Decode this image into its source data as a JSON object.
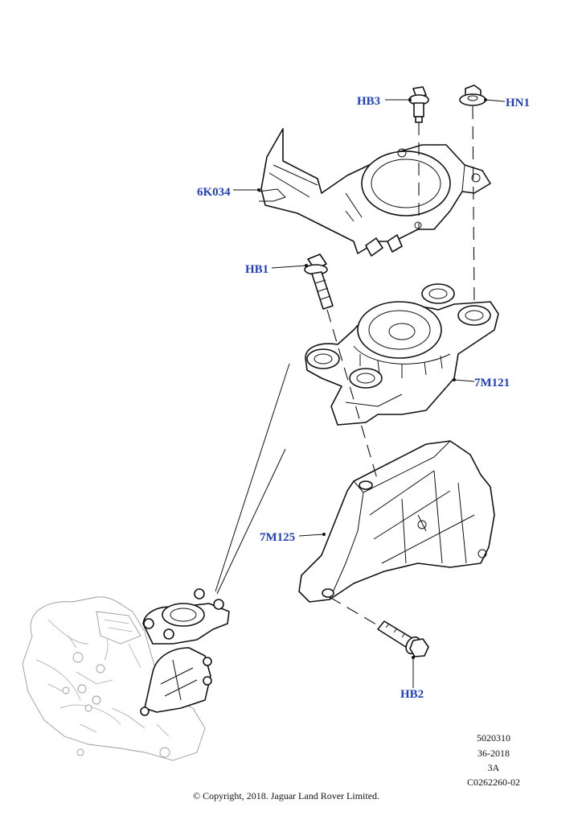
{
  "callouts": {
    "hb3": "HB3",
    "hn1": "HN1",
    "part_6k034": "6K034",
    "hb1": "HB1",
    "part_7m121": "7M121",
    "part_7m125": "7M125",
    "hb2": "HB2"
  },
  "reference": {
    "line1": "5020310",
    "line2": "36-2018",
    "line3": "3A",
    "line4": "C0262260-02"
  },
  "copyright": "© Copyright, 2018. Jaguar Land Rover Limited.",
  "colors": {
    "callout": "#1f3fbf",
    "linework": "#111111",
    "ghost": "#9a9a9a"
  }
}
